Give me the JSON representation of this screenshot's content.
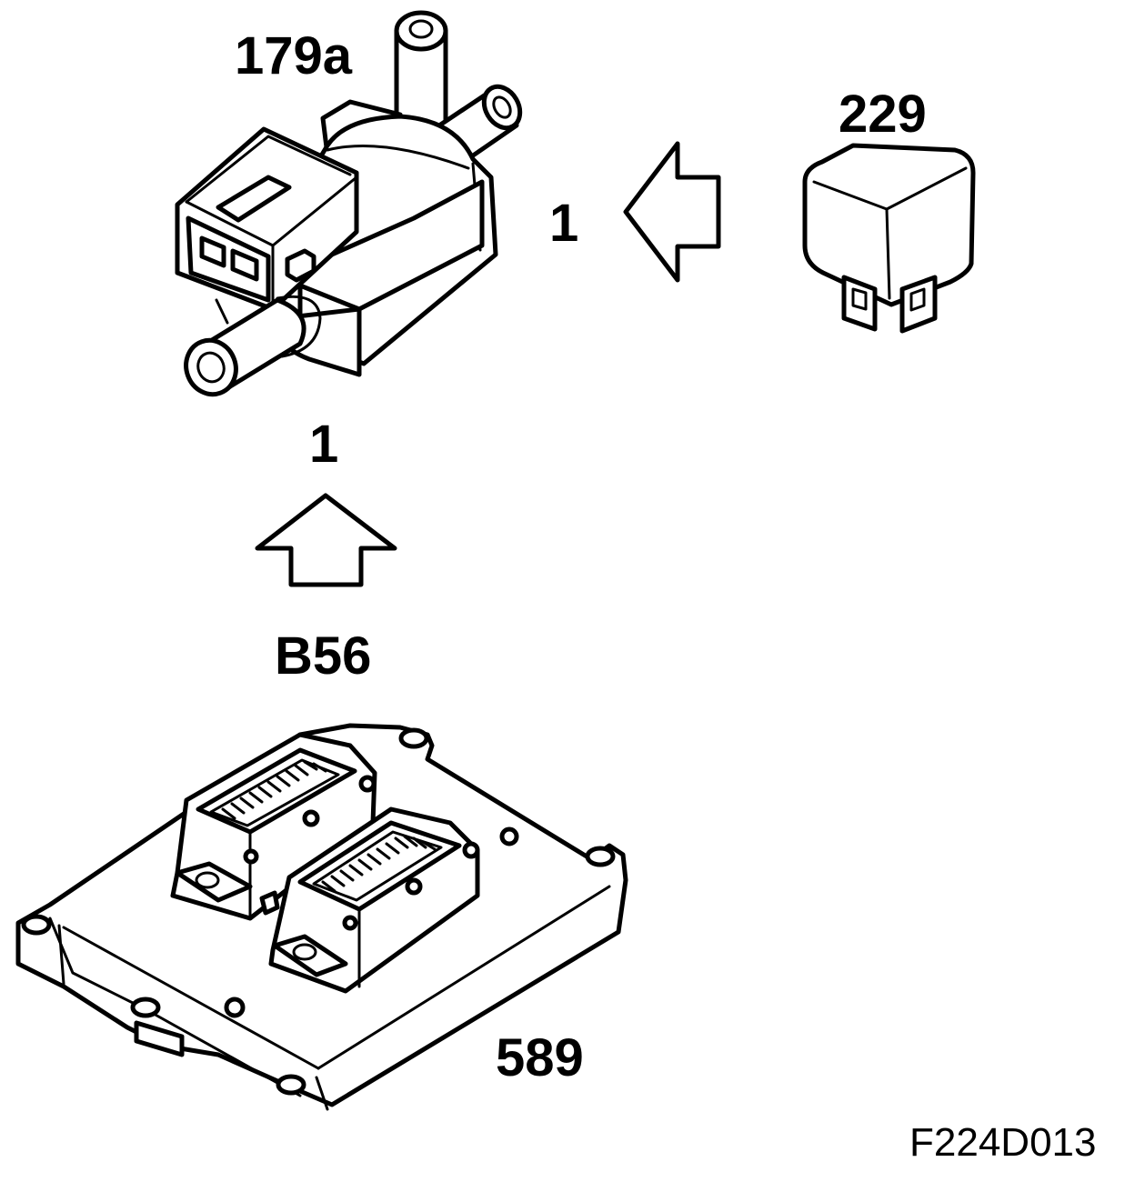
{
  "labels": {
    "valve": "179a",
    "relay": "229",
    "ecu": "589",
    "connector": "B56",
    "pin_right": "1",
    "pin_bottom": "1",
    "figure_ref": "F224D013"
  },
  "components": [
    {
      "id": "179a",
      "icon": "solenoid-valve-icon"
    },
    {
      "id": "229",
      "icon": "relay-icon"
    },
    {
      "id": "589",
      "icon": "control-module-icon"
    }
  ],
  "arrows": [
    {
      "icon": "arrow-left-icon",
      "direction": "left"
    },
    {
      "icon": "arrow-up-icon",
      "direction": "up"
    }
  ]
}
